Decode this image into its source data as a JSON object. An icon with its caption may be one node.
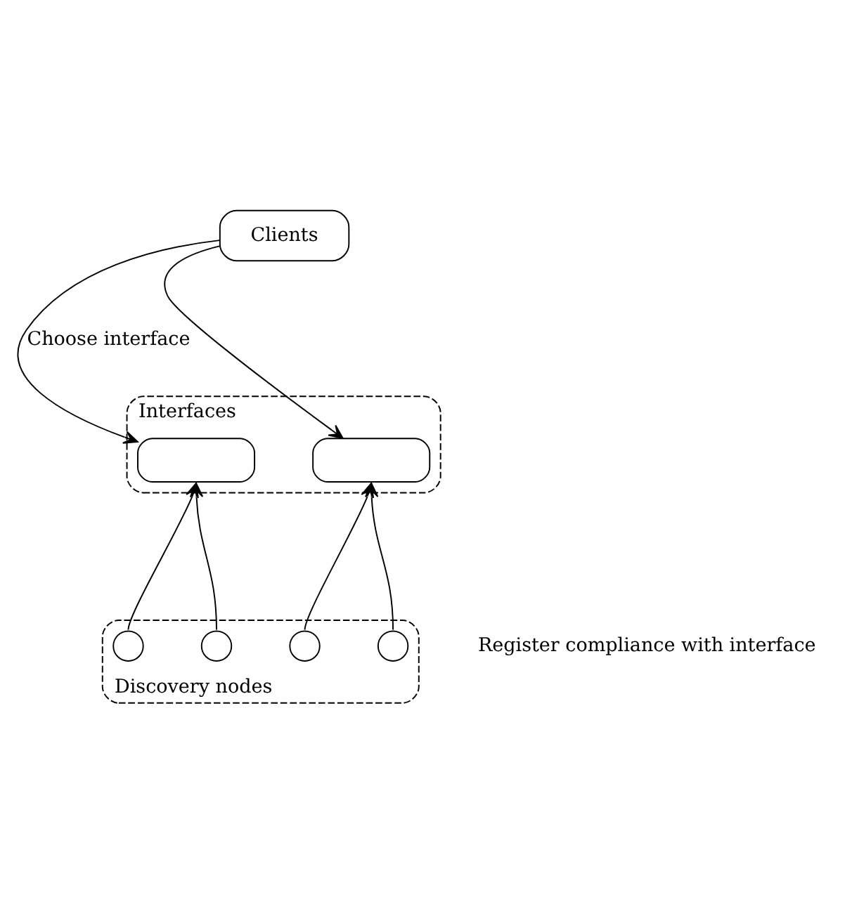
{
  "diagram": {
    "nodes": [
      {
        "text": [
          "Clients"
        ]
      },
      {
        "text": [
          "Interfaces"
        ]
      },
      {
        "text": [],
        "shape": "box",
        "in": 1
      },
      {
        "text": [],
        "shape": "box",
        "in": 1
      },
      {
        "text": [
          "Discovery nodes"
        ]
      },
      {
        "text": [],
        "shape": "circle",
        "in": 4
      },
      {
        "text": [],
        "shape": "circle",
        "in": 4
      },
      {
        "text": [],
        "shape": "circle",
        "in": 4
      },
      {
        "text": [],
        "shape": "circle",
        "in": 4
      }
    ],
    "edges": [
      {
        "from": 0,
        "to": 2,
        "arrow": "to",
        "label": "Choose interface"
      },
      {
        "from": 0,
        "to": 3,
        "arrow": "to"
      },
      {
        "from": 5,
        "to": 2,
        "arrow": "to"
      },
      {
        "from": 6,
        "to": 2,
        "arrow": "to"
      },
      {
        "from": 7,
        "to": 3,
        "arrow": "to"
      },
      {
        "from": 8,
        "to": 3,
        "arrow": "to"
      }
    ],
    "labels": [
      "Register compliance with interface"
    ]
  }
}
